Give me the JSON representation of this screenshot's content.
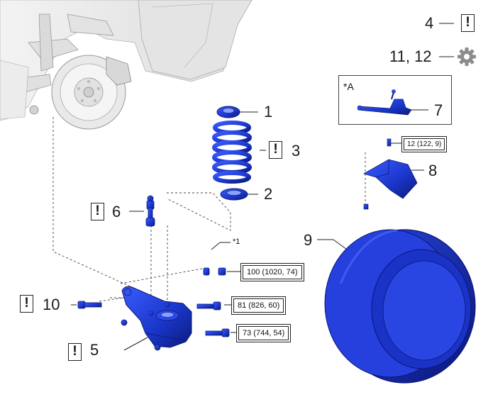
{
  "callouts": {
    "n1": "1",
    "n2": "2",
    "n3": "3",
    "n4": "4",
    "n5": "5",
    "n6": "6",
    "n7": "7",
    "n8": "8",
    "n9": "9",
    "n10": "10",
    "n11_12": "11, 12"
  },
  "torque_specs": {
    "t12": "12 (122, 9)",
    "t100": "100 (1020, 74)",
    "t81": "81 (826, 60)",
    "t73": "73 (744, 54)"
  },
  "annotations": {
    "star1": "*1",
    "starA": "*A"
  },
  "symbols": {
    "warning": "!",
    "gear_icon": "gear-icon"
  },
  "colors": {
    "part_blue": "#1f3fd6",
    "part_dark": "#0a1a7a",
    "ghost_gray": "#c9c9c9",
    "ghost_fill": "#ededed"
  }
}
